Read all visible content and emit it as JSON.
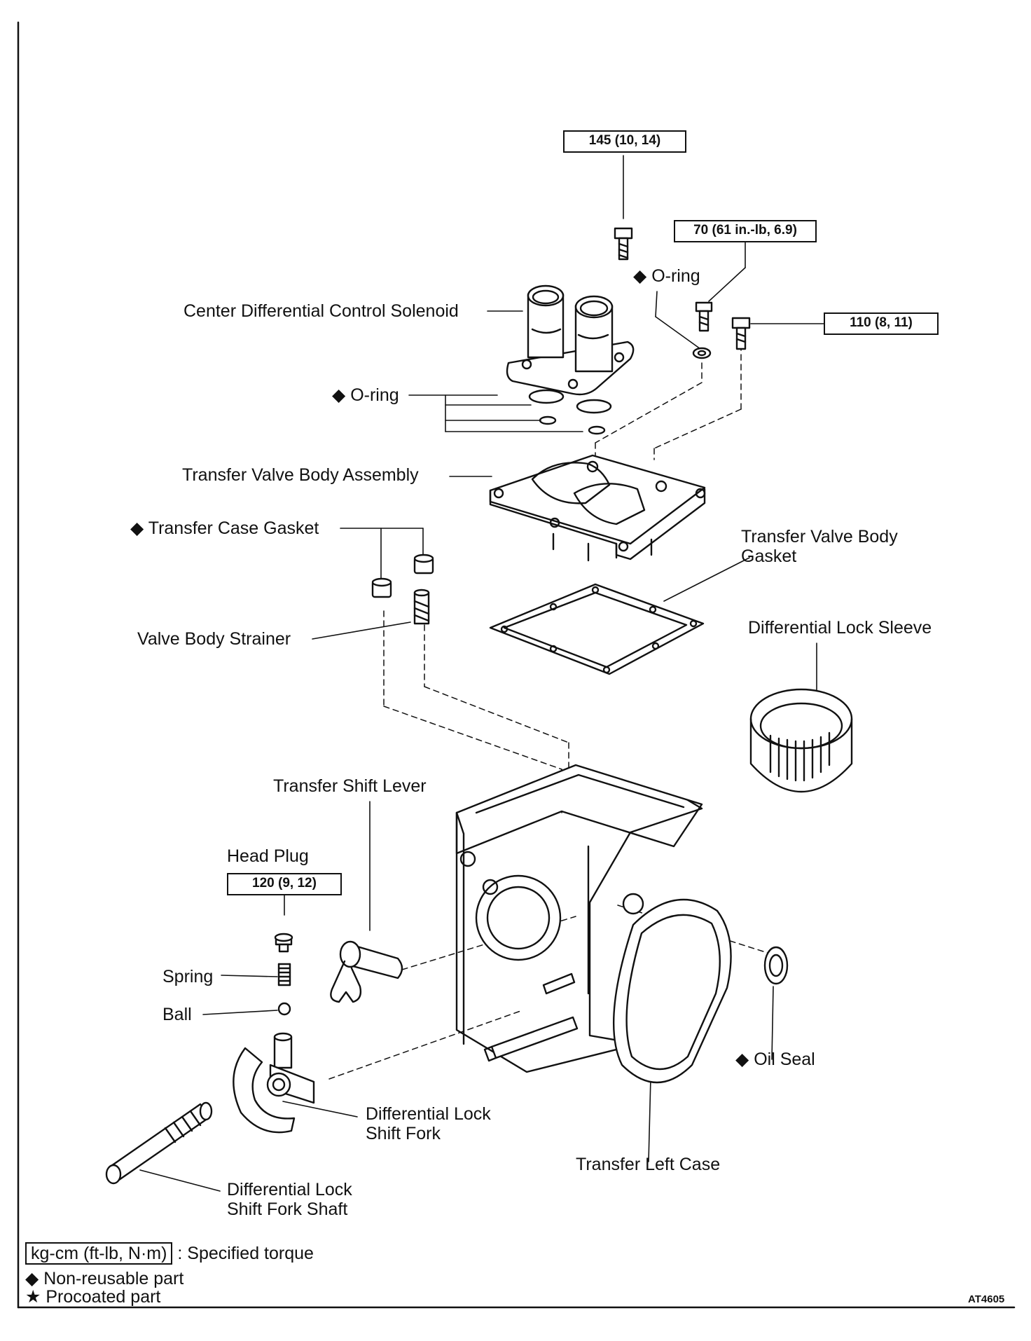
{
  "torque_specs": {
    "t145": "145 (10, 14)",
    "t70": "70 (61 in.-lb, 6.9)",
    "t110": "110 (8, 11)",
    "t120": "120 (9, 12)"
  },
  "parts": {
    "o_ring_top": "O-ring",
    "center_diff_solenoid": "Center Differential Control Solenoid",
    "o_ring_mid": "O-ring",
    "transfer_valve_body_assembly": "Transfer Valve Body Assembly",
    "transfer_case_gasket": "Transfer Case Gasket",
    "transfer_valve_body_gasket_1": "Transfer Valve Body",
    "transfer_valve_body_gasket_2": "Gasket",
    "differential_lock_sleeve": "Differential Lock Sleeve",
    "valve_body_strainer": "Valve Body Strainer",
    "transfer_shift_lever": "Transfer Shift Lever",
    "head_plug": "Head Plug",
    "spring": "Spring",
    "ball": "Ball",
    "oil_seal": "Oil Seal",
    "diff_lock_shift_fork_1": "Differential Lock",
    "diff_lock_shift_fork_2": "Shift Fork",
    "transfer_left_case": "Transfer Left Case",
    "diff_lock_shift_fork_shaft_1": "Differential Lock",
    "diff_lock_shift_fork_shaft_2": "Shift Fork Shaft"
  },
  "legend": {
    "torque_units": "kg-cm (ft-lb, N·m)",
    "torque_desc": ": Specified torque",
    "non_reusable": "Non-reusable part",
    "procoated": "Procoated part"
  },
  "figure_id": "AT4605",
  "icons": {
    "non_reusable": "diamond-icon",
    "procoated": "star-icon"
  }
}
